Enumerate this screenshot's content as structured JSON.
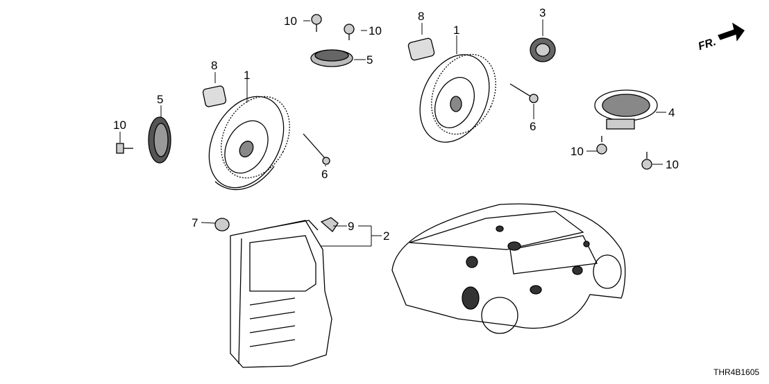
{
  "parts": {
    "speaker_1": "1",
    "unit_2": "2",
    "tweeter_3": "3",
    "speaker_4": "4",
    "bracket_5": "5",
    "bolt_6": "6",
    "grommet_7": "7",
    "pad_8": "8",
    "clip_9": "9",
    "screw_10": "10"
  },
  "direction_label": "FR.",
  "diagram_code": "THR4B1605"
}
